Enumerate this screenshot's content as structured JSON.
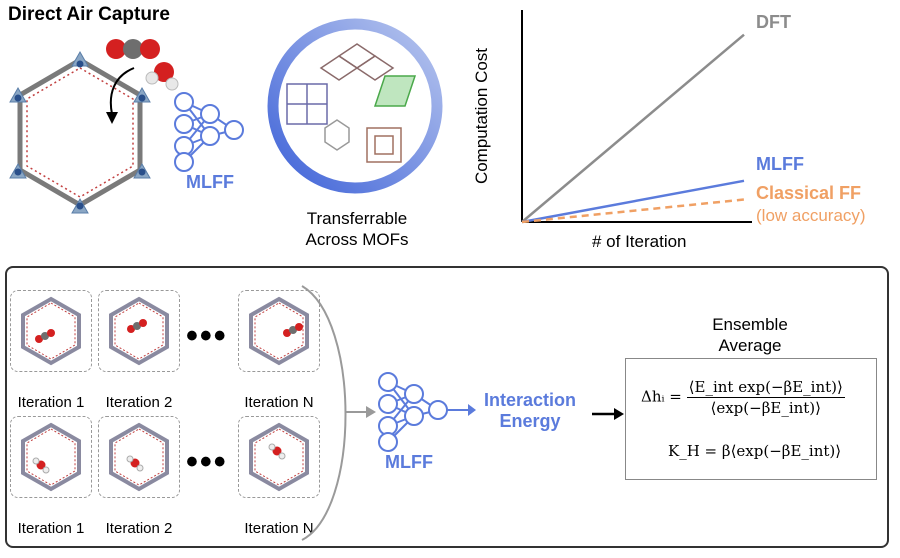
{
  "header": {
    "title": "Direct Air Capture",
    "model_label": "MLFF",
    "transfer_caption_line1": "Transferrable",
    "transfer_caption_line2": "Across MOFs"
  },
  "chart": {
    "ylabel": "Computation Cost",
    "xlabel": "# of Iteration",
    "series_labels": {
      "dft": "DFT",
      "mlff": "MLFF",
      "classical": "Classical FF",
      "classical_note": "(low accuracy)"
    },
    "colors": {
      "dft": "#8c8c8c",
      "mlff": "#5b7bdc",
      "classical": "#f0a064"
    }
  },
  "chart_data": {
    "type": "line",
    "x": [
      0,
      1
    ],
    "series": [
      {
        "name": "DFT",
        "values": [
          0,
          1.0
        ]
      },
      {
        "name": "MLFF",
        "values": [
          0,
          0.22
        ]
      },
      {
        "name": "Classical FF",
        "values": [
          0,
          0.12
        ]
      }
    ],
    "xlabel": "# of Iteration",
    "ylabel": "Computation Cost",
    "ylim": [
      0,
      1.1
    ],
    "grid": false
  },
  "workflow": {
    "co2_row": [
      "Iteration 1",
      "Iteration 2",
      "Iteration N"
    ],
    "h2o_row": [
      "Iteration 1",
      "Iteration 2",
      "Iteration N"
    ],
    "ellipsis": "•••",
    "model_label": "MLFF",
    "output_line1": "Interaction",
    "output_line2": "Energy",
    "ensemble_line1": "Ensemble",
    "ensemble_line2": "Average"
  },
  "equations": {
    "dh_lhs": "Δhᵢ =",
    "dh_num": "⟨E_int exp(−βE_int)⟩",
    "dh_den": "⟨exp(−βE_int)⟩",
    "kh": "K_H = β⟨exp(−βE_int)⟩"
  }
}
